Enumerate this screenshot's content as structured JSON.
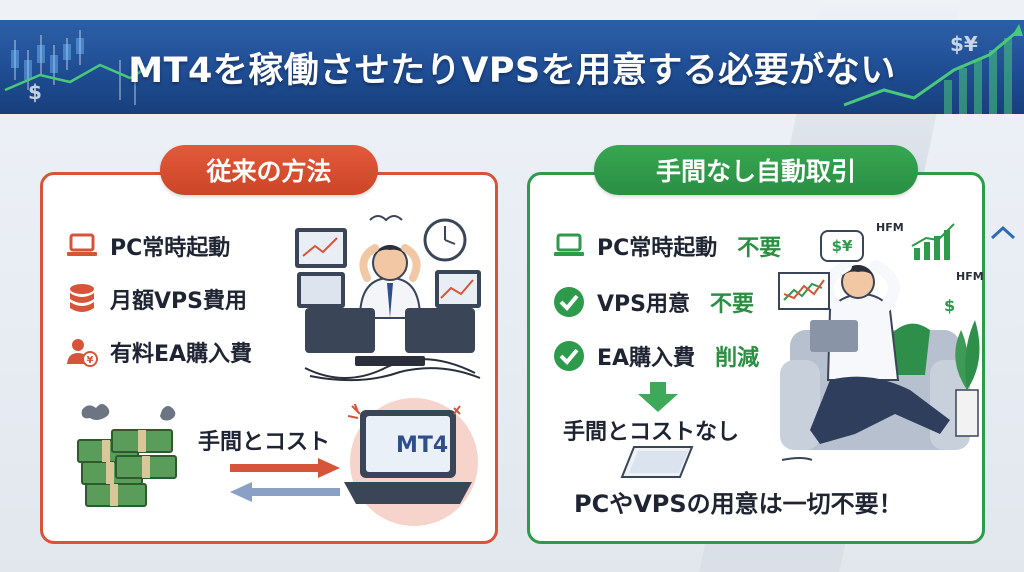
{
  "banner": {
    "title": "MT4を稼働させたりVPSを用意する必要がない",
    "currency_left": "$",
    "currency_right": "$¥"
  },
  "left_panel": {
    "heading": "従来の方法",
    "items": [
      {
        "icon": "laptop-icon",
        "label": "PC常時起動"
      },
      {
        "icon": "database-icon",
        "label": "月額VPS費用"
      },
      {
        "icon": "person-yen-icon",
        "label": "有料EA購入費"
      }
    ],
    "cost_label": "手間とコスト",
    "laptop_screen_text": "MT4"
  },
  "right_panel": {
    "heading": "手間なし自動取引",
    "items": [
      {
        "icon": "laptop-icon",
        "label": "PC常時起動",
        "status": "不要"
      },
      {
        "icon": "check-circle-icon",
        "label": "VPS用意",
        "status": "不要"
      },
      {
        "icon": "check-circle-icon",
        "label": "EA購入費",
        "status": "削減"
      }
    ],
    "no_cost_label": "手間とコストなし",
    "bottom_text": "PCやVPSの用意は一切不要！",
    "bubble_text": "$¥",
    "hfm_label_1": "HFM",
    "hfm_label_2": "HFM",
    "dollar_sign": "$"
  },
  "colors": {
    "banner": "#1f4d93",
    "left_accent": "#d6553a",
    "right_accent": "#2e9a4b"
  }
}
